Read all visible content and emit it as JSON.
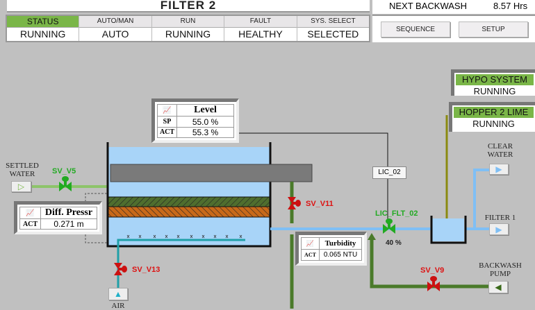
{
  "header": {
    "title": "FILTER 2",
    "next_backwash_label": "NEXT BACKWASH",
    "next_backwash_value": "8.57 Hrs"
  },
  "status_table": [
    {
      "header": "STATUS",
      "value": "RUNNING"
    },
    {
      "header": "AUTO/MAN",
      "value": "AUTO"
    },
    {
      "header": "RUN",
      "value": "RUNNING"
    },
    {
      "header": "FAULT",
      "value": "HEALTHY"
    },
    {
      "header": "SYS. SELECT",
      "value": "SELECTED"
    }
  ],
  "buttons": {
    "sequence": "SEQUENCE",
    "setup": "SETUP"
  },
  "systems": [
    {
      "name": "HYPO SYSTEM",
      "status": "RUNNING"
    },
    {
      "name": "HOPPER 2 LIME",
      "status": "RUNNING"
    }
  ],
  "level": {
    "title": "Level",
    "sp_label": "SP",
    "sp_value": "55.0 %",
    "act_label": "ACT",
    "act_value": "55.3 %"
  },
  "diff_pressure": {
    "title": "Diff. Pressr",
    "act_label": "ACT",
    "act_value": "0.271 m"
  },
  "turbidity": {
    "title": "Turbidity",
    "act_label": "ACT",
    "act_value": "0.065 NTU"
  },
  "controller": {
    "tag": "LIC_02",
    "valve": "LIC_FLT_02",
    "output": "40 %"
  },
  "valves": {
    "v5": "SV_V5",
    "v11": "SV_V11",
    "v13": "SV_V13",
    "v9": "SV_V9"
  },
  "endpoints": {
    "settled_water": "SETTLED WATER",
    "air": "AIR",
    "clear_water": "CLEAR WATER",
    "filter1": "FILTER 1",
    "backwash_pump": "BACKWASH PUMP"
  },
  "colors": {
    "status_green": "#7ab648",
    "water": "#a8d4f8",
    "valve_open": "#22aa22",
    "valve_closed": "#cc1111"
  }
}
